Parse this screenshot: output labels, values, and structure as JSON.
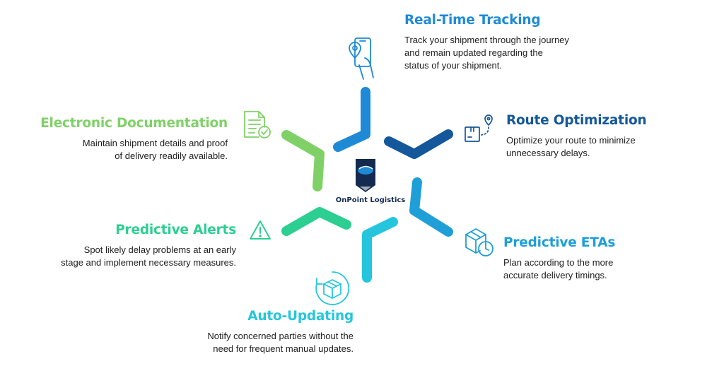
{
  "brand": {
    "name": "OnPoint Logistics",
    "logo_icon": "onpoint-logo-icon"
  },
  "colors": {
    "realtime": "#1e8ad6",
    "route": "#14579a",
    "etas": "#1f9fd8",
    "auto": "#25c6dd",
    "alerts": "#2ccf91",
    "docs": "#7fd167",
    "navy": "#142a4f"
  },
  "features": {
    "realtime": {
      "title": "Real-Time Tracking",
      "lines": [
        "Track your shipment through the journey",
        "and remain updated regarding the",
        "status of your shipment."
      ],
      "icon": "phone-location-icon"
    },
    "route": {
      "title": "Route Optimization",
      "lines": [
        "Optimize your route to minimize",
        "unnecessary delays."
      ],
      "icon": "route-box-icon"
    },
    "etas": {
      "title": "Predictive ETAs",
      "lines": [
        "Plan according to the more",
        "accurate delivery timings."
      ],
      "icon": "box-clock-icon"
    },
    "auto": {
      "title": "Auto-Updating",
      "lines": [
        "Notify concerned parties without the",
        "need for frequent manual updates."
      ],
      "icon": "box-refresh-icon"
    },
    "alerts": {
      "title": "Predictive Alerts",
      "lines": [
        "Spot likely delay problems at an early",
        "stage and implement necessary measures."
      ],
      "icon": "warning-icon"
    },
    "docs": {
      "title": "Electronic Documentation",
      "lines": [
        "Maintain shipment details and proof",
        "of delivery readily available."
      ],
      "icon": "document-check-icon"
    }
  }
}
